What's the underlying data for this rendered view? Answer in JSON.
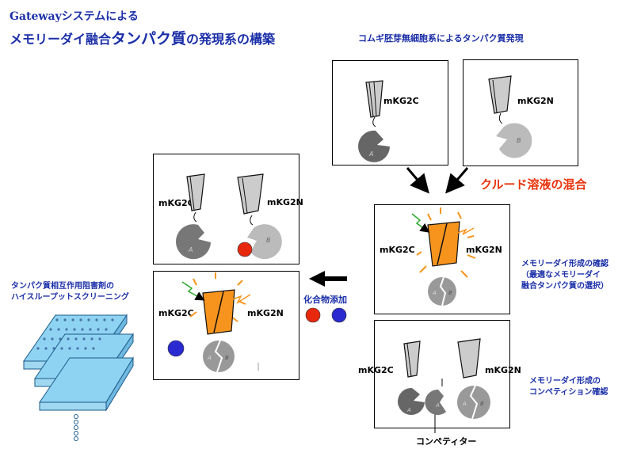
{
  "title": {
    "line1_a": "Gateway",
    "line1_b": "システムによる",
    "line2_a": "メモリーダイ融合",
    "line2_b": "タンパク質",
    "line2_c": "の発現系の構築"
  },
  "top_caption": "コムギ胚芽無細胞系によるタンパク質発現",
  "mix_caption": "クルード溶液の混合",
  "compound_caption": "化合物添加",
  "hts_caption": {
    "line1": "タンパク質相互作用阻害剤の",
    "line2": "ハイスループットスクリーニング"
  },
  "confirm_caption": {
    "line1": "メモリーダイ形成の確認",
    "line2": "（最適なメモリーダイ",
    "line3": "融合タンパク質の選択）"
  },
  "competition_caption": {
    "line1": "メモリーダイ形成の",
    "line2": "コンペティション確認"
  },
  "competitor_label": "コンペティター",
  "labels": {
    "c": "mKG2C",
    "n": "mKG2N",
    "a": "A",
    "b": "B"
  },
  "colors": {
    "title": "#1b2fa8",
    "mix": "#e8340c",
    "barrel_fused": "#f7941d",
    "compound_red": "#e8280c",
    "compound_blue": "#2a2ad0",
    "plate": "#8fd3f2"
  }
}
